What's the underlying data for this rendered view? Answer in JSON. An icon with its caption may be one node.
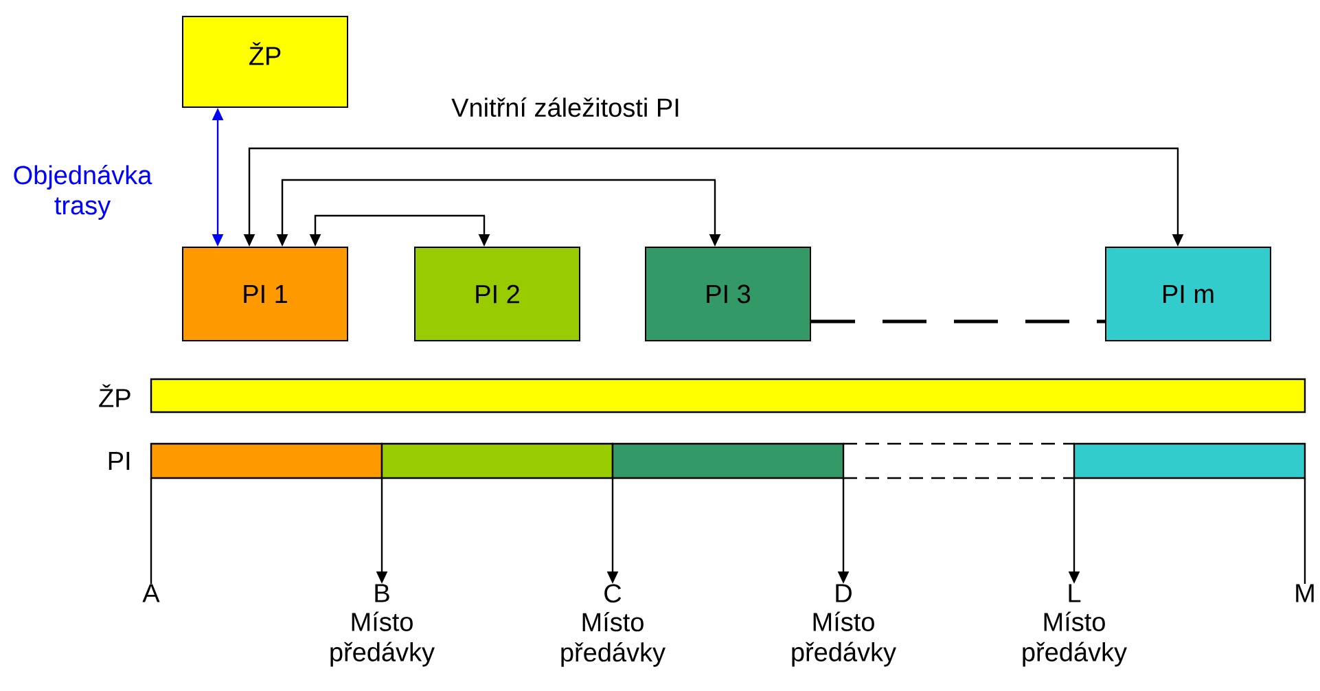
{
  "diagram": {
    "nodes": [
      {
        "text": [
          "ŽP"
        ]
      },
      {
        "text": [
          "PI 1"
        ]
      },
      {
        "text": [
          "PI 2"
        ]
      },
      {
        "text": [
          "PI 3"
        ]
      },
      {
        "text": [
          "PI m"
        ]
      },
      {
        "text": [],
        "shape": "bar",
        "beside": [
          "ŽP"
        ]
      },
      {
        "text": [],
        "shape": "bar",
        "beside": [
          "PI"
        ]
      },
      {
        "text": [
          "A"
        ]
      },
      {
        "text": [
          "B",
          "Místo předávky"
        ]
      },
      {
        "text": [
          "C",
          "Místo předávky"
        ]
      },
      {
        "text": [
          "D",
          "Místo předávky"
        ]
      },
      {
        "text": [
          "L",
          "Místo předávky"
        ]
      },
      {
        "text": [
          "M"
        ]
      }
    ],
    "edges": [
      {
        "from": 0,
        "to": 1,
        "arrow": "both",
        "label": "Objednávka trasy",
        "color": "#0000ff"
      },
      {
        "from": 1,
        "to": 4,
        "arrow": "both"
      },
      {
        "from": 1,
        "to": 3,
        "arrow": "both"
      },
      {
        "from": 1,
        "to": 2,
        "arrow": "both"
      },
      {
        "from": 3,
        "to": 4,
        "arrow": "none",
        "style": "dashed"
      },
      {
        "from": 6,
        "to": 7,
        "arrow": "none"
      },
      {
        "from": 6,
        "to": 8,
        "arrow": "to"
      },
      {
        "from": 6,
        "to": 9,
        "arrow": "to"
      },
      {
        "from": 6,
        "to": 10,
        "arrow": "to"
      },
      {
        "from": 6,
        "to": 11,
        "arrow": "to"
      },
      {
        "from": 6,
        "to": 12,
        "arrow": "none"
      }
    ],
    "labels": [
      "Vnitřní záležitosti PI"
    ]
  }
}
